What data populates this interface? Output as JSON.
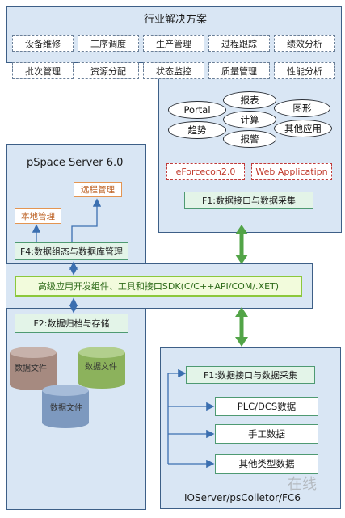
{
  "solutions": {
    "title": "行业解决方案",
    "row1": [
      "设备维修",
      "工序调度",
      "生产管理",
      "过程跟踪",
      "绩效分析"
    ],
    "row2": [
      "批次管理",
      "资源分配",
      "状态监控",
      "质量管理",
      "性能分析"
    ],
    "apps": [
      "Portal",
      "报表",
      "图形",
      "趋势",
      "计算",
      "其他应用",
      "报警"
    ],
    "eforcecon": "eForcecon2.0",
    "web_app": "Web Applicatipn",
    "f1": "F1:数据接口与数据采集"
  },
  "server": {
    "title": "pSpace Server 6.0",
    "remote": "远程管理",
    "local": "本地管理",
    "f4": "F4:数据组态与数据库管理",
    "sdk": "高级应用开发组件、工具和接口SDK(C/C++API/COM/.XET)",
    "f2": "F2:数据归档与存储",
    "files": [
      "数据文件",
      "数据文件",
      "数据文件"
    ]
  },
  "io": {
    "f1": "F1:数据接口与数据采集",
    "items": [
      "PLC/DCS数据",
      "手工数据",
      "其他类型数据"
    ],
    "footer": "IOServer/psColletor/FC6"
  },
  "watermark": "在线",
  "colors": {
    "panel": "#d9e6f4",
    "border": "#3d5f87",
    "green": "#4e9a72",
    "bright_green": "#8cc83c",
    "orange": "#e39552",
    "red": "#c0392b"
  }
}
